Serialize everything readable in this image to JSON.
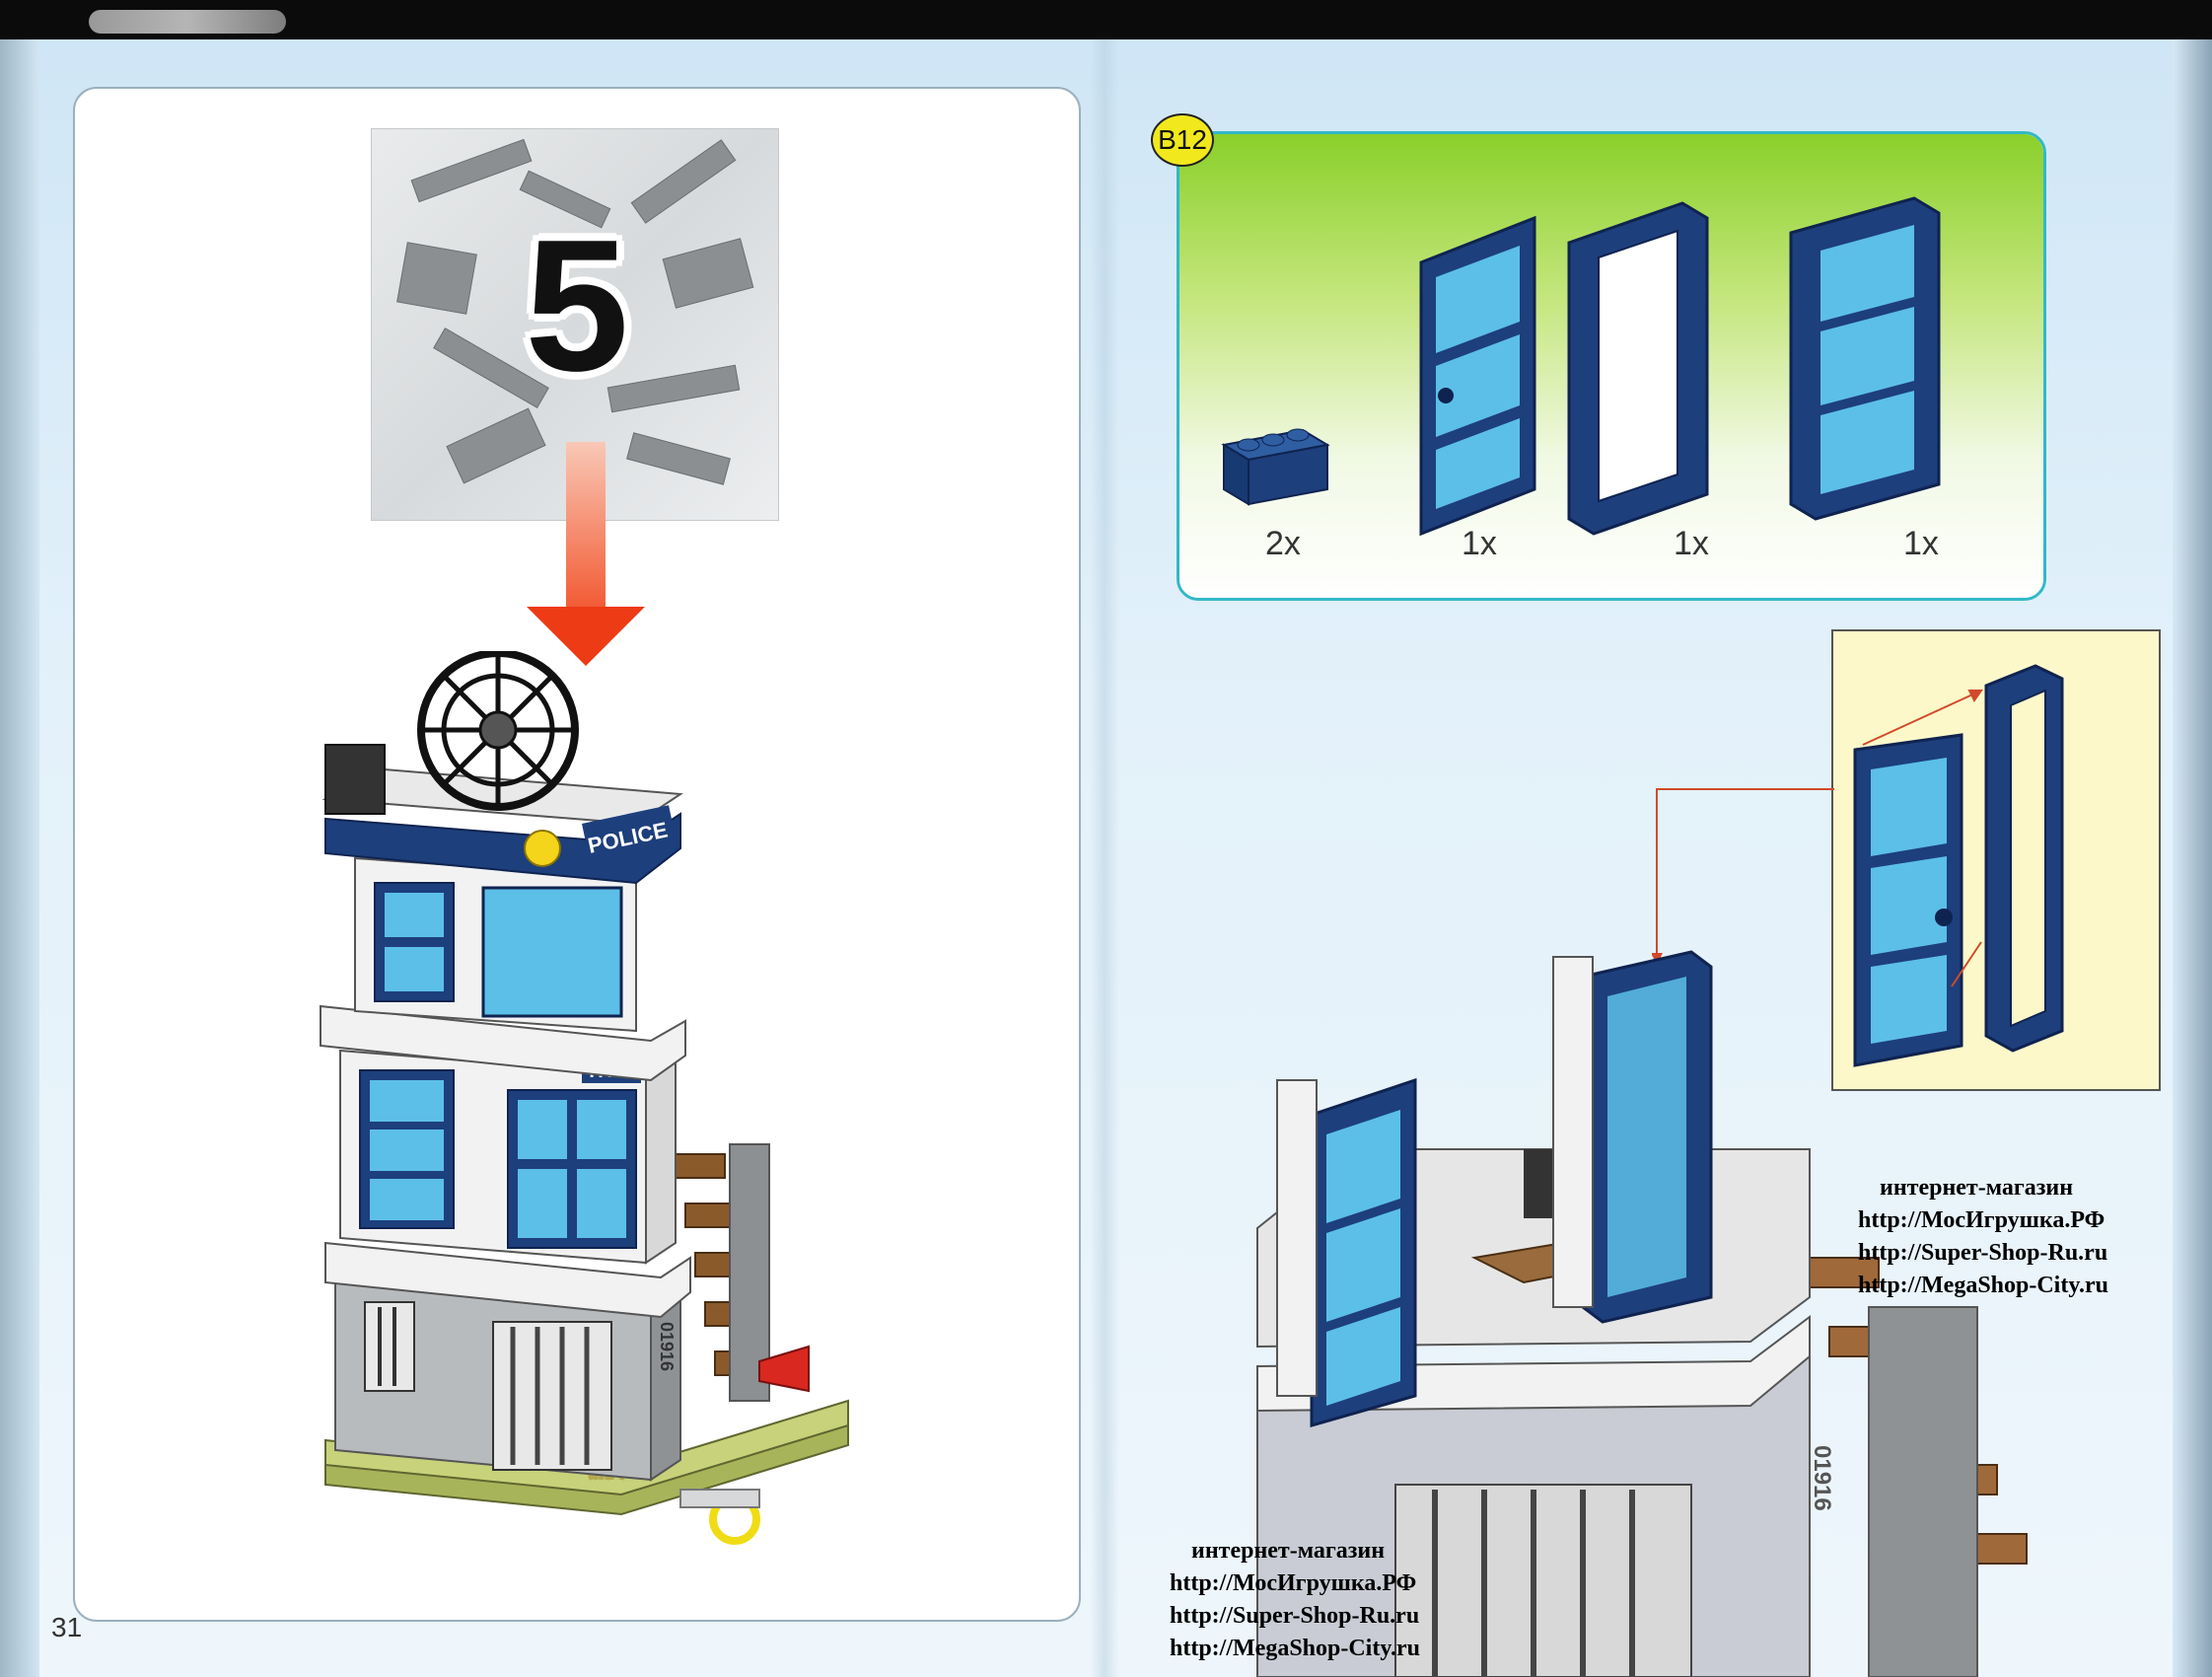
{
  "page": {
    "number": "31",
    "step_number": "5",
    "sub_step_badge": "B12"
  },
  "parts_list": [
    {
      "name": "brick-1x3-dark-blue",
      "qty": "2x"
    },
    {
      "name": "door-dark-blue-light-blue-glass",
      "qty": "1x"
    },
    {
      "name": "door-frame-dark-blue",
      "qty": "1x"
    },
    {
      "name": "window-frame-3-panes-light-blue",
      "qty": "1x"
    }
  ],
  "model_labels": {
    "police_sign": "POLICE",
    "partial_sign": "TRIA",
    "building_number": "01916"
  },
  "watermarks": [
    {
      "lines": [
        "интернет-магазин",
        "http://МосИгрушка.РФ",
        "http://Super-Shop-Ru.ru",
        "http://MegaShop-City.ru"
      ]
    },
    {
      "lines": [
        "интернет-магазин",
        "http://МосИгрушка.РФ",
        "http://Super-Shop-Ru.ru",
        "http://MegaShop-City.ru"
      ]
    }
  ],
  "colors": {
    "dark_blue": "#1d3f7c",
    "light_blue_glass": "#5cbfe8",
    "arrow_red": "#ec3b15",
    "panel_green": "#8ad02a",
    "badge_yellow": "#f1e81d"
  }
}
